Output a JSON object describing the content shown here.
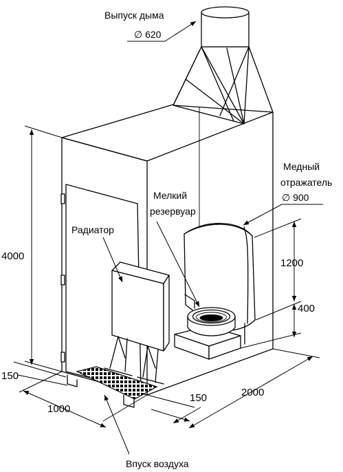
{
  "labels": {
    "smoke_outlet": "Выпуск дыма",
    "smoke_diameter": "∅ 620",
    "copper_reflector_line1": "Медный",
    "copper_reflector_line2": "отражатель",
    "reflector_diameter": "∅ 900",
    "small_tank_line1": "Мелкий",
    "small_tank_line2": "резервуар",
    "radiator": "Радиатор",
    "air_inlet": "Впуск воздуха"
  },
  "dimensions": {
    "height": "4000",
    "reflector_height": "1200",
    "tank_height": "400",
    "base_150_left": "150",
    "width": "1000",
    "offset_150": "150",
    "depth": "2000"
  }
}
